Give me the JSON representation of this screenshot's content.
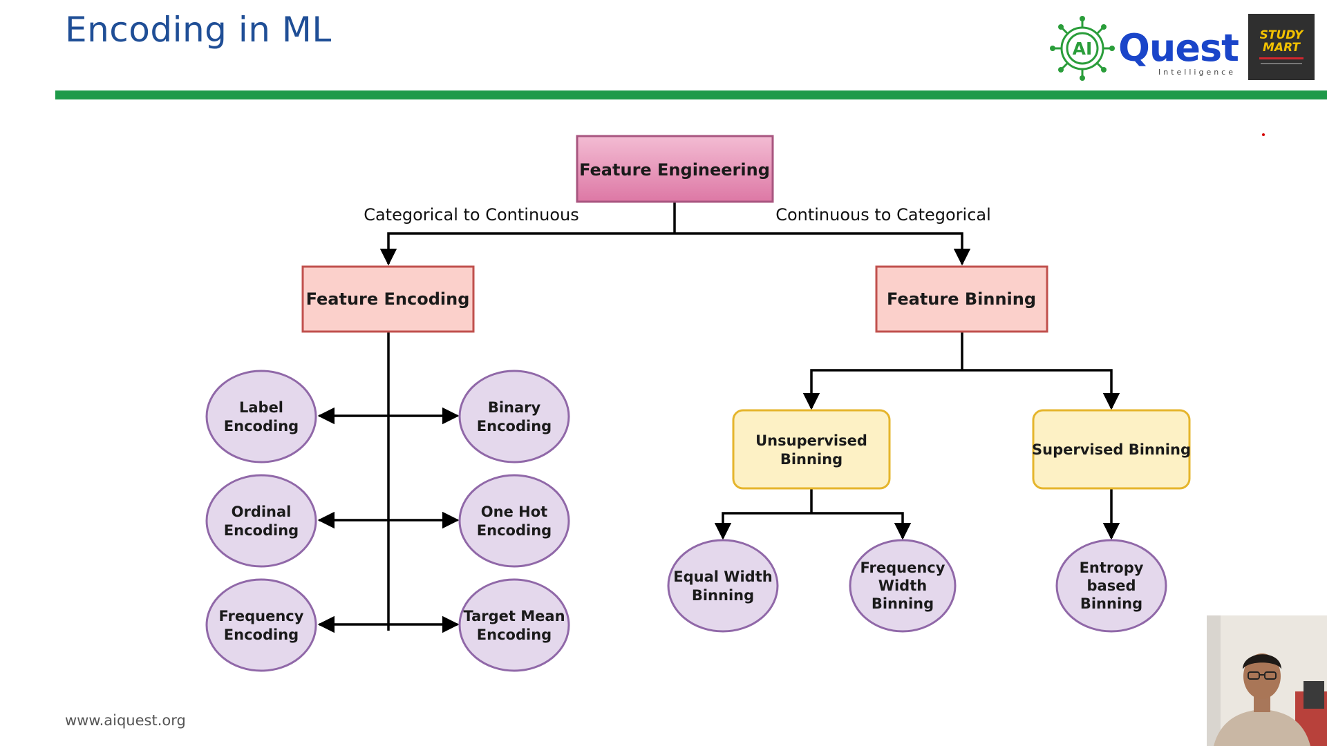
{
  "slide": {
    "title": "Encoding in ML",
    "footer": "www.aiquest.org"
  },
  "logos": {
    "quest_badge": "AI",
    "quest_word": "Quest",
    "quest_tagline": "Intelligence",
    "study_line1": "STUDY",
    "study_line2": "MART"
  },
  "colors": {
    "title": "#1f4e96",
    "rule": "#1e9a49",
    "root_fill": "#e07aa6",
    "level1_fill": "#fbd0cb",
    "level1_stroke": "#c0504d",
    "binning_fill": "#fdf1c5",
    "binning_stroke": "#e5b52c",
    "leaf_fill": "#e4d8ec",
    "leaf_stroke": "#9068a8"
  },
  "diagram": {
    "root": "Feature Engineering",
    "branch_left_label": "Categorical to Continuous",
    "branch_right_label": "Continuous to Categorical",
    "encoding": {
      "title": "Feature Encoding",
      "methods": [
        [
          "Label",
          "Encoding"
        ],
        [
          "Binary",
          "Encoding"
        ],
        [
          "Ordinal",
          "Encoding"
        ],
        [
          "One Hot",
          "Encoding"
        ],
        [
          "Frequency",
          "Encoding"
        ],
        [
          "Target Mean",
          "Encoding"
        ]
      ]
    },
    "binning": {
      "title": "Feature Binning",
      "unsupervised": [
        "Unsupervised",
        "Binning"
      ],
      "supervised": [
        "Supervised Binning"
      ],
      "unsupervised_methods": [
        [
          "Equal Width",
          "Binning"
        ],
        [
          "Frequency",
          "Width",
          "Binning"
        ]
      ],
      "supervised_methods": [
        [
          "Entropy",
          "based",
          "Binning"
        ]
      ]
    }
  }
}
